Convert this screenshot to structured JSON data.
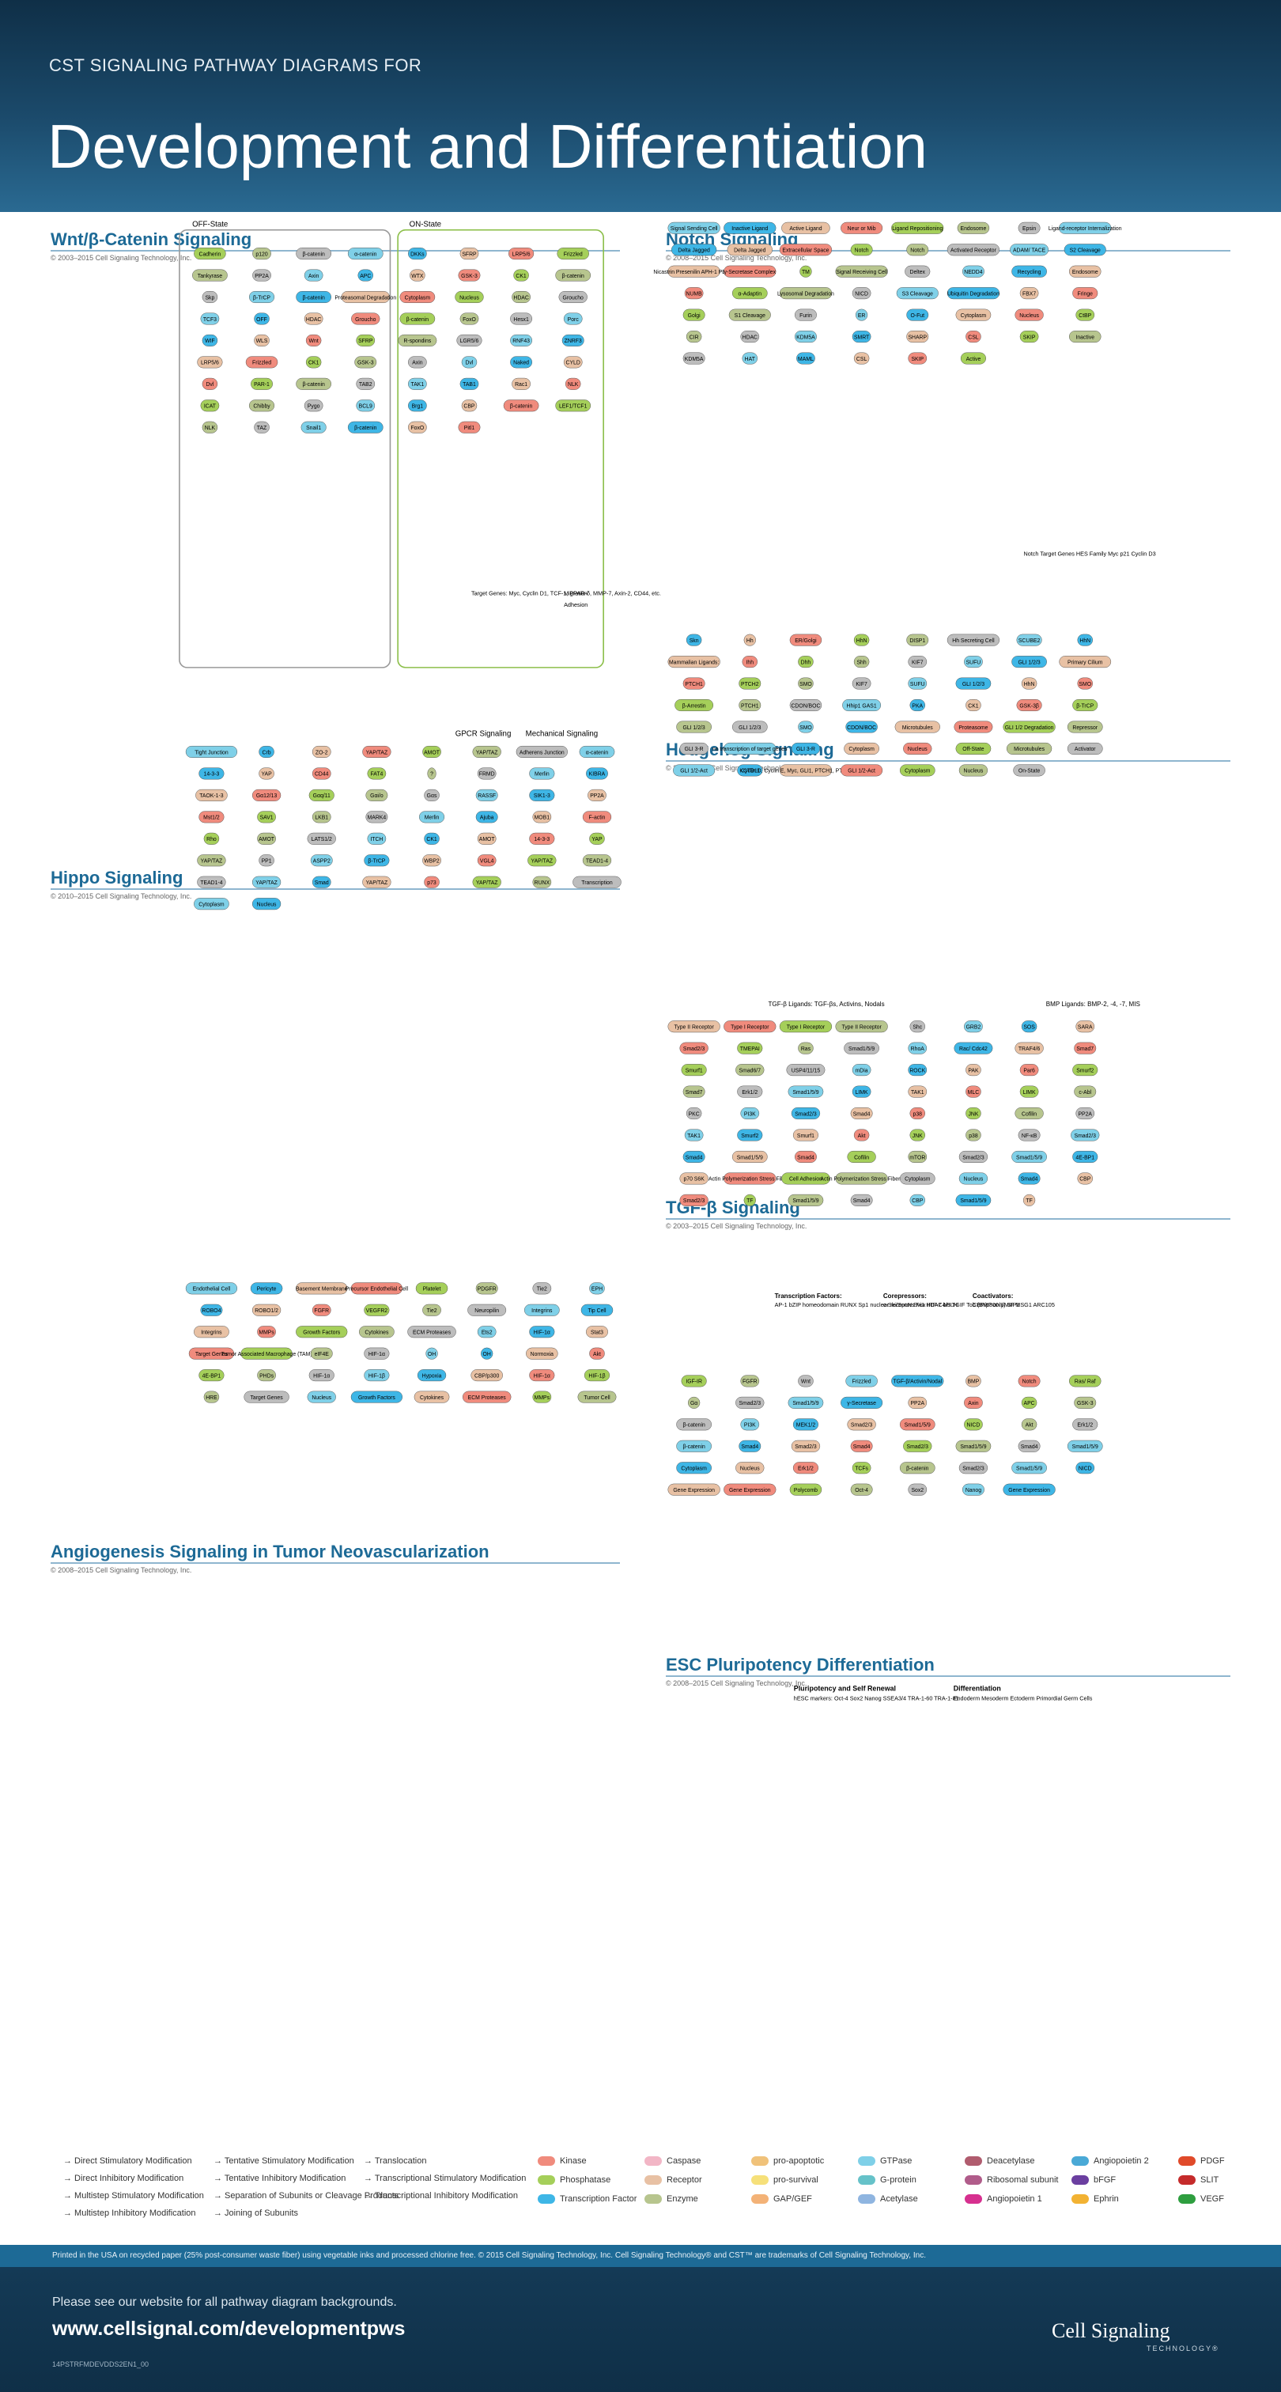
{
  "header": {
    "supertitle": "CST SIGNALING PATHWAY DIAGRAMS FOR",
    "title": "Development and Differentiation"
  },
  "panels": {
    "wnt": {
      "title": "Wnt/β-Catenin Signaling",
      "copyright": "© 2003–2015 Cell Signaling Technology, Inc.",
      "off_state": "OFF-State",
      "on_state": "ON-State",
      "nodes": [
        "Cadherin",
        "p120",
        "β-catenin",
        "α-catenin",
        "DKKs",
        "SFRP",
        "LRP5/6",
        "Frizzled",
        "Tankyrase",
        "PP2A",
        "Axin",
        "APC",
        "WTX",
        "GSK-3",
        "CK1",
        "β-catenin",
        "Skp",
        "β-TrCP",
        "β-catenin",
        "Proteasomal Degradation",
        "Cytoplasm",
        "Nucleus",
        "HDAC",
        "Groucho",
        "TCF3",
        "OFF",
        "HDAC",
        "Groucho",
        "β-catenin",
        "FoxO",
        "Hesx1",
        "Porc",
        "WIF",
        "WLS",
        "Wnt",
        "SFRP",
        "R-spondins",
        "LGR5/6",
        "RNF43",
        "ZNRF3",
        "LRP5/6",
        "Frizzled",
        "CK1",
        "GSK-3",
        "Axin",
        "Dvl",
        "Naked",
        "CYLD",
        "Dvl",
        "PAR-1",
        "β-catenin",
        "TAB2",
        "TAK1",
        "TAB1",
        "Rac1",
        "NLK",
        "ICAT",
        "Chibby",
        "Pygo",
        "BCL9",
        "Brg1",
        "CBP",
        "β-catenin",
        "LEF1/TCF1",
        "NLK",
        "TAZ",
        "Snail1",
        "β-catenin",
        "FoxO",
        "Pitl1"
      ],
      "target_genes": "Target Genes: Myc, Cyclin D1, TCF-1, PPAR-δ, MMP-7, Axin-2, CD44, etc.",
      "migration": "Migration",
      "adhesion": "Adhesion"
    },
    "notch": {
      "title": "Notch Signaling",
      "copyright": "© 2008–2015 Cell Signaling Technology, Inc.",
      "nodes": [
        "Signal Sending Cell",
        "Inactive Ligand",
        "Active Ligand",
        "Neur or Mib",
        "Ligand Repositioning",
        "Endosome",
        "Epsin",
        "Ligand-receptor Internalization",
        "Delta Jagged",
        "Delta Jagged",
        "Extracellular Space",
        "Notch",
        "Notch",
        "Activated Receptor",
        "ADAM/ TACE",
        "S2 Cleavage",
        "Nicastrin Presenilin APH-1 PEN-2",
        "γ-Secretase Complex",
        "TM",
        "Signal Receiving Cell",
        "Deltex",
        "NEDD4",
        "Recycling",
        "Endosome",
        "NUMB",
        "α-Adaptin",
        "Lysosomal Degradation",
        "NICD",
        "S3 Cleavage",
        "Ubiquitin Degradation",
        "FBX7",
        "Fringe",
        "Golgi",
        "S1 Cleavage",
        "Furin",
        "ER",
        "O-Fut",
        "Cytoplasm",
        "Nucleus",
        "CtBP",
        "CIR",
        "HDAC",
        "KDM5A",
        "SMRT",
        "SHARP",
        "CSL",
        "SKIP",
        "Inactive",
        "KDM5A",
        "HAT",
        "MAML",
        "CSL",
        "SKIP",
        "Active"
      ],
      "target_genes": "Notch Target Genes HES Family Myc p21 Cyclin D3"
    },
    "hedgehog": {
      "title": "Hedgehog Signaling",
      "copyright": "© 2008–2015 Cell Signaling Technology, Inc.",
      "nodes": [
        "Skn",
        "Hh",
        "ER/Golgi",
        "HhN",
        "DISP1",
        "Hh Secreting Cell",
        "SCUBE2",
        "HhN",
        "Mammalian Ligands:",
        "Ihh",
        "Dhh",
        "Shh",
        "KIF7",
        "SUFU",
        "GLI 1/2/3",
        "Primary Cilium",
        "PTCH1",
        "PTCH2",
        "SMO",
        "KIF7",
        "SUFU",
        "GLI 1/2/3",
        "HhN",
        "SMO",
        "β-Arrestin",
        "PTCH1",
        "CDON/BOC",
        "Hhip1 GAS1",
        "PKA",
        "CK1",
        "GSK-3β",
        "β-TrCP",
        "GLI 1/2/3",
        "GLI 1/2/3",
        "SMO",
        "CDON/BOC",
        "Microtubules",
        "Proteasome",
        "GLI 1/2 Degradation",
        "Repressor",
        "GLI 3-R",
        "no transcription of target genes",
        "GLI 3-R",
        "Cytoplasm",
        "Nucleus",
        "Off-State",
        "Microtubules",
        "Activator",
        "GLI 1/2-Act",
        "KCTD11",
        "Cyclin D, Cyclin E, Myc, GLI1, PTCH1, PTCH2, Hhip1",
        "GLI 1/2-Act",
        "Cytoplasm",
        "Nucleus",
        "On-State"
      ]
    },
    "hippo": {
      "title": "Hippo Signaling",
      "copyright": "© 2010–2015 Cell Signaling Technology, Inc.",
      "gpcr": "GPCR Signaling",
      "mechanical": "Mechanical Signaling",
      "nodes": [
        "Tight Junction",
        "Crb",
        "ZO-2",
        "YAP/TAZ",
        "AMOT",
        "YAP/TAZ",
        "Adherens Junction",
        "α-catenin",
        "14-3-3",
        "YAP",
        "CD44",
        "FAT4",
        "?",
        "FRMD",
        "Merlin",
        "KIBRA",
        "TAOK-1-3",
        "Gα12/13",
        "Gαq/11",
        "Gαi/o",
        "Gαs",
        "RASSF",
        "SIK1-3",
        "PP2A",
        "Mst1/2",
        "SAV1",
        "LKB1",
        "MARK4",
        "Merlin",
        "Ajuba",
        "MOB1",
        "F-actin",
        "Rho",
        "AMOT",
        "LATS1/2",
        "ITCH",
        "CK1",
        "AMOT",
        "14-3-3",
        "YAP",
        "YAP/TAZ",
        "PP1",
        "ASPP2",
        "β-TrCP",
        "WBP2",
        "VGL4",
        "YAP/TAZ",
        "TEAD1-4",
        "TEAD1-4",
        "YAP/TAZ",
        "Smad",
        "YAP/TAZ",
        "p73",
        "YAP/TAZ",
        "RUNX",
        "Transcription",
        "Cytoplasm",
        "Nucleus"
      ]
    },
    "tgfb": {
      "title": "TGF-β Signaling",
      "copyright": "© 2003–2015 Cell Signaling Technology, Inc.",
      "ligands_left": "TGF-β Ligands: TGF-βs, Activins, Nodals",
      "ligands_right": "BMP Ligands: BMP-2, -4, -7, MIS",
      "nodes": [
        "Type II Receptor",
        "Type I Receptor",
        "Type I Receptor",
        "Type II Receptor",
        "Shc",
        "GRB2",
        "SOS",
        "SARA",
        "Smad2/3",
        "TMEPAI",
        "Ras",
        "Smad1/5/9",
        "RhoA",
        "Rac/ Cdc42",
        "TRAF4/6",
        "Smad7",
        "Smurf1",
        "Smad6/7",
        "USP4/11/15",
        "mDia",
        "ROCK",
        "PAK",
        "Par6",
        "Smurf2",
        "Smad7",
        "Erk1/2",
        "Smad1/5/9",
        "LIMK",
        "TAK1",
        "MLC",
        "LIMK",
        "c-Abl",
        "PKC",
        "PI3K",
        "Smad2/3",
        "Smad4",
        "p38",
        "JNK",
        "Cofilin",
        "PP2A",
        "TAK1",
        "Smurf2",
        "Smurf1",
        "Akt",
        "JNK",
        "p38",
        "NF-κB",
        "Smad2/3",
        "Smad4",
        "Smad1/5/9",
        "Smad4",
        "Cofilin",
        "mTOR",
        "Smad2/3",
        "Smad1/5/9",
        "4E-BP1",
        "p70 S6K",
        "Actin Polymerization Stress Fibers",
        "Cell Adhesion",
        "Actin Polymerization Stress Fibers",
        "Cytoplasm",
        "Nucleus",
        "Smad4",
        "CBP",
        "Smad2/3",
        "TF",
        "Smad1/5/9",
        "Smad4",
        "CBP",
        "Smad1/5/9",
        "TF"
      ],
      "tf_heading": "Transcription Factors:",
      "tf_list": "AP-1 bZIP homeodomain RUNX Sp1 nuclear receptors Fox IRF-7 bHLH",
      "corepressors_heading": "Corepressors:",
      "corepressors_list": "c-Ski/SnoN Evi1 HDAC4/5 TGIF Tob (BMP only) SIP1",
      "coactivators_heading": "Coactivators:",
      "coactivators_list": "CBP/p300 SMIF MSG1 ARC105"
    },
    "angiogenesis": {
      "title": "Angiogenesis Signaling in Tumor Neovascularization",
      "copyright": "© 2008–2015 Cell Signaling Technology, Inc.",
      "nodes": [
        "Endothelial Cell",
        "Pericyte",
        "Basement Membrane",
        "Precursor Endothelial Cell",
        "Platelet",
        "PDGFR",
        "Tie2",
        "EPH",
        "ROBO4",
        "ROBO1/2",
        "FGFR",
        "VEGFR2",
        "Tie2",
        "Neuropilin",
        "Integrins",
        "Tip Cell",
        "Integrins",
        "MMPs",
        "Growth Factors",
        "Cytokines",
        "ECM Proteases",
        "Ets2",
        "HIF-1α",
        "Stat3",
        "Target Genes",
        "Tumor Associated Macrophage (TAM)",
        "eIF4E",
        "HIF-1α",
        "OH",
        "OH",
        "Normoxia",
        "Akt",
        "4E-BP1",
        "PHDs",
        "HIF-1α",
        "HIF-1β",
        "Hypoxia",
        "CBP/p300",
        "HIF-1α",
        "HIF-1β",
        "HRE",
        "Target Genes",
        "Nucleus",
        "Growth Factors",
        "Cytokines",
        "ECM Proteases",
        "MMPs",
        "Tumor Cell"
      ]
    },
    "esc": {
      "title": "ESC Pluripotency Differentiation",
      "copyright": "© 2008–2015 Cell Signaling Technology, Inc.",
      "nodes": [
        "IGF-IR",
        "FGFR",
        "Wnt",
        "Frizzled",
        "TGF-β/Activin/Nodal",
        "BMP",
        "Notch",
        "Ras/ Raf",
        "Gα",
        "Smad2/3",
        "Smad1/5/9",
        "γ-Secretase",
        "PP2A",
        "Axin",
        "APC",
        "GSK-3",
        "β-catenin",
        "PI3K",
        "MEK1/2",
        "Smad2/3",
        "Smad1/5/9",
        "NICD",
        "Akt",
        "Erk1/2",
        "β-catenin",
        "Smad4",
        "Smad2/3",
        "Smad4",
        "Smad2/3",
        "Smad1/5/9",
        "Smad4",
        "Smad1/5/9",
        "Cytoplasm",
        "Nucleus",
        "Erk1/2",
        "TCFs",
        "β-catenin",
        "Smad2/3",
        "Smad1/5/9",
        "NICD",
        "Gene Expression",
        "Gene Expression",
        "Polycomb",
        "Oct-4",
        "Sox2",
        "Nanog",
        "Gene Expression"
      ],
      "pluri_heading": "Pluripotency and Self Renewal",
      "pluri_markers": "hESC markers: Oct-4 Sox2 Nanog SSEA3/4 TRA-1-60 TRA-1-81",
      "diff_heading": "Differentiation",
      "diff_markers": "Endoderm Mesoderm Ectoderm Primordial Germ Cells"
    }
  },
  "legend": {
    "arrows": [
      "Direct Stimulatory Modification",
      "Direct Inhibitory Modification",
      "Multistep Stimulatory Modification",
      "Multistep Inhibitory Modification",
      "Tentative Stimulatory Modification",
      "Tentative Inhibitory Modification",
      "Separation of Subunits or Cleavage Products",
      "Joining of Subunits",
      "Translocation",
      "Transcriptional Stimulatory Modification",
      "Transcriptional Inhibitory Modification"
    ],
    "categories": [
      {
        "label": "Kinase",
        "color": "#f08b7d"
      },
      {
        "label": "Phosphatase",
        "color": "#a5cf5a"
      },
      {
        "label": "Transcription Factor",
        "color": "#3eb6e6"
      },
      {
        "label": "Caspase",
        "color": "#f2b6c6"
      },
      {
        "label": "Receptor",
        "color": "#e8c1a4"
      },
      {
        "label": "Enzyme",
        "color": "#b7c58e"
      },
      {
        "label": "pro-apoptotic",
        "color": "#f0c27a"
      },
      {
        "label": "pro-survival",
        "color": "#f6e07a"
      },
      {
        "label": "GAP/GEF",
        "color": "#f3b277"
      },
      {
        "label": "GTPase",
        "color": "#7fd0e8"
      },
      {
        "label": "G-protein",
        "color": "#66c2c9"
      },
      {
        "label": "Acetylase",
        "color": "#8fb5e0"
      },
      {
        "label": "Deacetylase",
        "color": "#b05c6e"
      },
      {
        "label": "Ribosomal subunit",
        "color": "#b05c8a"
      },
      {
        "label": "Angiopoietin 1",
        "color": "#d6308f"
      },
      {
        "label": "Angiopoietin 2",
        "color": "#4aa9d6"
      },
      {
        "label": "bFGF",
        "color": "#6b3fa0"
      },
      {
        "label": "Ephrin",
        "color": "#f2b233"
      },
      {
        "label": "PDGF",
        "color": "#e04a2a"
      },
      {
        "label": "SLIT",
        "color": "#c52b2b"
      },
      {
        "label": "VEGF",
        "color": "#2e9e3f"
      }
    ]
  },
  "footer": {
    "printed": "Printed in the USA on recycled paper (25% post-consumer waste fiber) using vegetable inks and processed chlorine free.  © 2015 Cell Signaling Technology, Inc. Cell Signaling Technology® and CST™ are trademarks of Cell Signaling Technology, Inc.",
    "see_text": "Please see our website for all pathway diagram backgrounds.",
    "url": "www.cellsignal.com/developmentpws",
    "code": "14PSTRFMDEVDDS2EN1_00",
    "logo_main": "Cell Signaling",
    "logo_sub": "TECHNOLOGY®"
  }
}
